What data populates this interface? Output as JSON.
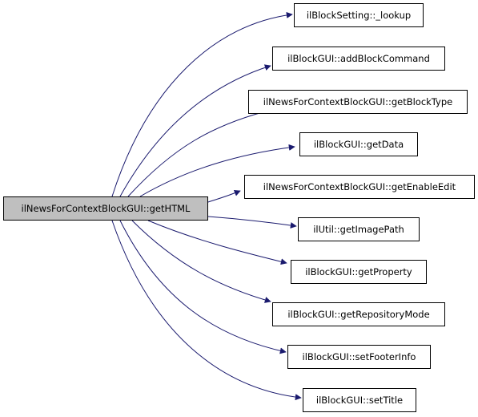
{
  "source": {
    "label": "ilNewsForContextBlockGUI::getHTML"
  },
  "targets": [
    {
      "label": "ilBlockSetting::_lookup"
    },
    {
      "label": "ilBlockGUI::addBlockCommand"
    },
    {
      "label": "ilNewsForContextBlockGUI::getBlockType"
    },
    {
      "label": "ilBlockGUI::getData"
    },
    {
      "label": "ilNewsForContextBlockGUI::getEnableEdit"
    },
    {
      "label": "ilUtil::getImagePath"
    },
    {
      "label": "ilBlockGUI::getProperty"
    },
    {
      "label": "ilBlockGUI::getRepositoryMode"
    },
    {
      "label": "ilBlockGUI::setFooterInfo"
    },
    {
      "label": "ilBlockGUI::setTitle"
    }
  ],
  "colors": {
    "edge": "#1a1a6e",
    "source_fill": "#bfbfbf",
    "node_fill": "#ffffff",
    "border": "#000000"
  }
}
